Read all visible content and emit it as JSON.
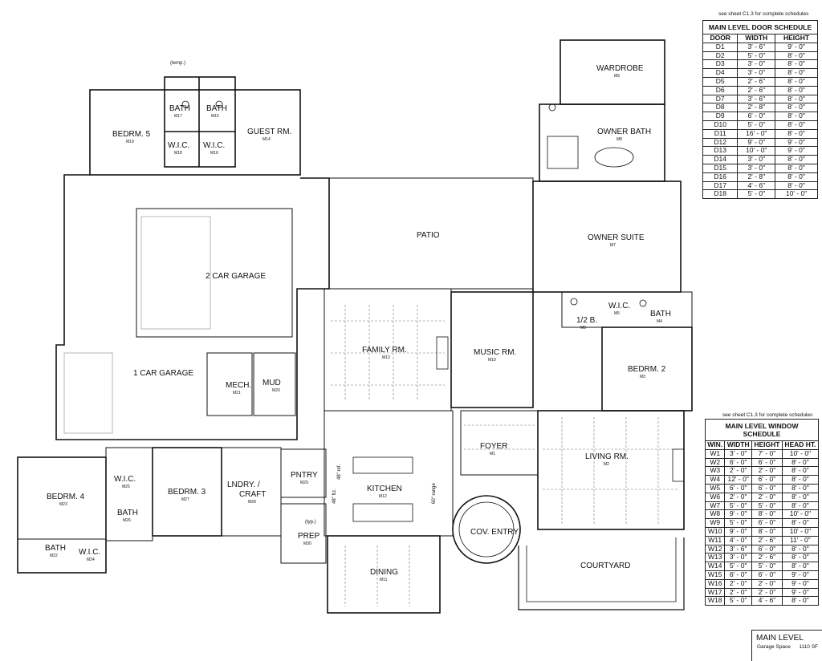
{
  "door_schedule": {
    "note": "see sheet C1.3 for complete schedules",
    "title": "MAIN LEVEL DOOR SCHEDULE",
    "headers": [
      "DOOR",
      "WIDTH",
      "HEIGHT"
    ],
    "rows": [
      [
        "D1",
        "3' - 6\"",
        "9' - 0\""
      ],
      [
        "D2",
        "5' - 0\"",
        "8' - 0\""
      ],
      [
        "D3",
        "3' - 0\"",
        "8' - 0\""
      ],
      [
        "D4",
        "3' - 0\"",
        "8' - 0\""
      ],
      [
        "D5",
        "2' - 6\"",
        "8' - 0\""
      ],
      [
        "D6",
        "2' - 6\"",
        "8' - 0\""
      ],
      [
        "D7",
        "3' - 6\"",
        "8' - 0\""
      ],
      [
        "D8",
        "2' - 8\"",
        "8' - 0\""
      ],
      [
        "D9",
        "6' - 0\"",
        "8' - 0\""
      ],
      [
        "D10",
        "5' - 0\"",
        "8' - 0\""
      ],
      [
        "D11",
        "16' - 0\"",
        "8' - 0\""
      ],
      [
        "D12",
        "9' - 0\"",
        "9' - 0\""
      ],
      [
        "D13",
        "10' - 0\"",
        "9' - 0\""
      ],
      [
        "D14",
        "3' - 0\"",
        "8' - 0\""
      ],
      [
        "D15",
        "3' - 0\"",
        "8' - 0\""
      ],
      [
        "D16",
        "2' - 8\"",
        "8' - 0\""
      ],
      [
        "D17",
        "4' - 6\"",
        "8' - 0\""
      ],
      [
        "D18",
        "5' - 0\"",
        "10' - 0\""
      ]
    ]
  },
  "window_schedule": {
    "note": "see sheet C1.3 for complete schedules",
    "title": "MAIN LEVEL WINDOW SCHEDULE",
    "headers": [
      "WIN.",
      "WIDTH",
      "HEIGHT",
      "HEAD HT."
    ],
    "rows": [
      [
        "W1",
        "3' - 0\"",
        "7' - 0\"",
        "10' - 0\""
      ],
      [
        "W2",
        "6' - 0\"",
        "6' - 0\"",
        "8' - 0\""
      ],
      [
        "W3",
        "2' - 0\"",
        "2' - 0\"",
        "8' - 0\""
      ],
      [
        "W4",
        "12' - 0\"",
        "6' - 0\"",
        "8' - 0\""
      ],
      [
        "W5",
        "6' - 0\"",
        "6' - 0\"",
        "8' - 0\""
      ],
      [
        "W6",
        "2' - 0\"",
        "2' - 0\"",
        "8' - 0\""
      ],
      [
        "W7",
        "5' - 0\"",
        "5' - 0\"",
        "8' - 0\""
      ],
      [
        "W8",
        "9' - 0\"",
        "8' - 0\"",
        "10' - 0\""
      ],
      [
        "W9",
        "5' - 0\"",
        "6' - 0\"",
        "8' - 0\""
      ],
      [
        "W10",
        "9' - 0\"",
        "8' - 0\"",
        "10' - 0\""
      ],
      [
        "W11",
        "4' - 0\"",
        "2' - 6\"",
        "11' - 0\""
      ],
      [
        "W12",
        "3' - 6\"",
        "6' - 0\"",
        "8' - 0\""
      ],
      [
        "W13",
        "3' - 0\"",
        "2' - 6\"",
        "8' - 0\""
      ],
      [
        "W14",
        "5' - 0\"",
        "5' - 0\"",
        "8' - 0\""
      ],
      [
        "W15",
        "6' - 0\"",
        "6' - 0\"",
        "9' - 0\""
      ],
      [
        "W16",
        "2' - 0\"",
        "2' - 0\"",
        "9' - 0\""
      ],
      [
        "W17",
        "2' - 0\"",
        "2' - 0\"",
        "9' - 0\""
      ],
      [
        "W18",
        "5' - 0\"",
        "4' - 6\"",
        "8' - 0\""
      ]
    ]
  },
  "rooms": [
    {
      "name": "BEDRM. 5",
      "tag": "M19"
    },
    {
      "name": "BATH",
      "tag": "M17"
    },
    {
      "name": "BATH",
      "tag": "M15"
    },
    {
      "name": "W.I.C.",
      "tag": "M18"
    },
    {
      "name": "W.I.C.",
      "tag": "M16"
    },
    {
      "name": "GUEST RM.",
      "tag": "M14"
    },
    {
      "name": "PATIO",
      "tag": ""
    },
    {
      "name": "2 CAR GARAGE",
      "tag": ""
    },
    {
      "name": "1 CAR GARAGE",
      "tag": ""
    },
    {
      "name": "MECH.",
      "tag": "M21"
    },
    {
      "name": "MUD",
      "tag": "M20"
    },
    {
      "name": "FAMILY RM.",
      "tag": "M13"
    },
    {
      "name": "MUSIC RM.",
      "tag": "M10"
    },
    {
      "name": "WARDROBE",
      "tag": "M9"
    },
    {
      "name": "OWNER BATH",
      "tag": "M8"
    },
    {
      "name": "OWNER SUITE",
      "tag": "M7"
    },
    {
      "name": "W.I.C.",
      "tag": "M5"
    },
    {
      "name": "BATH",
      "tag": "M4"
    },
    {
      "name": "1/2 B.",
      "tag": "M6"
    },
    {
      "name": "BEDRM. 2",
      "tag": "M3"
    },
    {
      "name": "FOYER",
      "tag": "M1"
    },
    {
      "name": "LIVING RM.",
      "tag": "M2"
    },
    {
      "name": "BEDRM. 4",
      "tag": "M23"
    },
    {
      "name": "W.I.C.",
      "tag": "M25"
    },
    {
      "name": "BATH",
      "tag": "M26"
    },
    {
      "name": "BATH",
      "tag": "M22"
    },
    {
      "name": "W.I.C.",
      "tag": "M24"
    },
    {
      "name": "BEDRM. 3",
      "tag": "M27"
    },
    {
      "name": "LNDRY. /",
      "tag": ""
    },
    {
      "name": "CRAFT",
      "tag": "M28"
    },
    {
      "name": "PNTRY",
      "tag": "M29"
    },
    {
      "name": "PREP",
      "tag": "M30"
    },
    {
      "name": "KITCHEN",
      "tag": "M12"
    },
    {
      "name": "DINING",
      "tag": "M11"
    },
    {
      "name": "COV. ENTRY",
      "tag": ""
    },
    {
      "name": "COURTYARD",
      "tag": ""
    }
  ],
  "notes": {
    "fridge": "48\" ref.",
    "freezer": "48\" frz.",
    "range": "60\" range",
    "temp": "(temp.)",
    "typ": "(typ.)"
  },
  "level_box": {
    "title": "MAIN LEVEL",
    "rows": [
      {
        "label": "Garage Space",
        "value": "1110 SF"
      }
    ]
  }
}
